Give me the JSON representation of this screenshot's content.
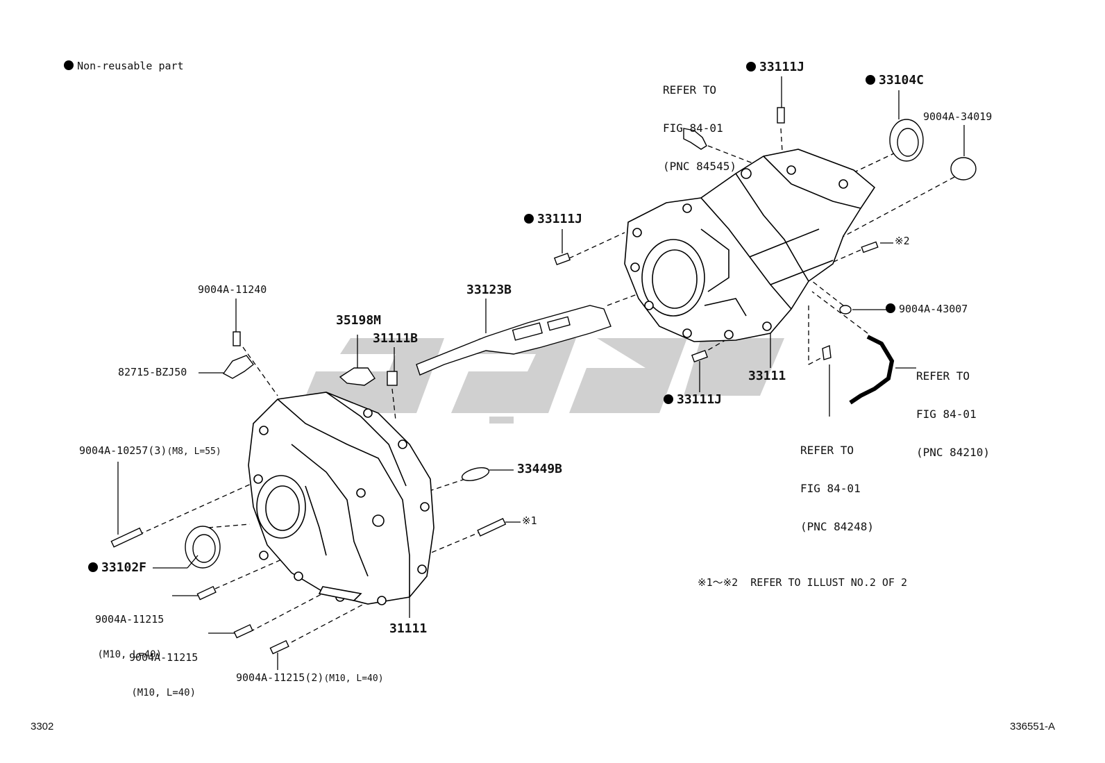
{
  "legend": {
    "symbol": "dot-icon",
    "text": "Non-reusable part"
  },
  "labels": {
    "refer_top": [
      "REFER TO",
      "FIG 84-01",
      "(PNC 84545)"
    ],
    "p33111j_top": "33111J",
    "p33104c": "33104C",
    "p9004a_34019": "9004A-34019",
    "p33111j_mid": "33111J",
    "mark2": "※2",
    "p9004a_43007": "9004A-43007",
    "refer_right": [
      "REFER TO",
      "FIG 84-01",
      "(PNC 84210)"
    ],
    "p33111_right": "33111",
    "p33111j_low": "33111J",
    "refer_bottom": [
      "REFER TO",
      "FIG 84-01",
      "(PNC 84248)"
    ],
    "p9004a_11240": "9004A-11240",
    "p35198m": "35198M",
    "p33123b": "33123B",
    "p31111b": "31111B",
    "p82715": "82715-BZJ50",
    "p9004a_10257": "9004A-10257(3)",
    "p9004a_10257_spec": "(M8, L=55)",
    "p33449b": "33449B",
    "mark1": "※1",
    "p33102f": "33102F",
    "p9004a_11215_a": "9004A-11215",
    "p9004a_11215_a_spec": "(M10, L=40)",
    "p9004a_11215_b": "9004A-11215",
    "p9004a_11215_b_spec": "(M10, L=40)",
    "p31111": "31111",
    "p9004a_11215_c": "9004A-11215(2)",
    "p9004a_11215_c_spec": "(M10, L=40)",
    "note_refer": "※1～※2  REFER TO ILLUST NO.2 OF 2"
  },
  "footer": {
    "left": "3302",
    "right": "336551-A"
  }
}
